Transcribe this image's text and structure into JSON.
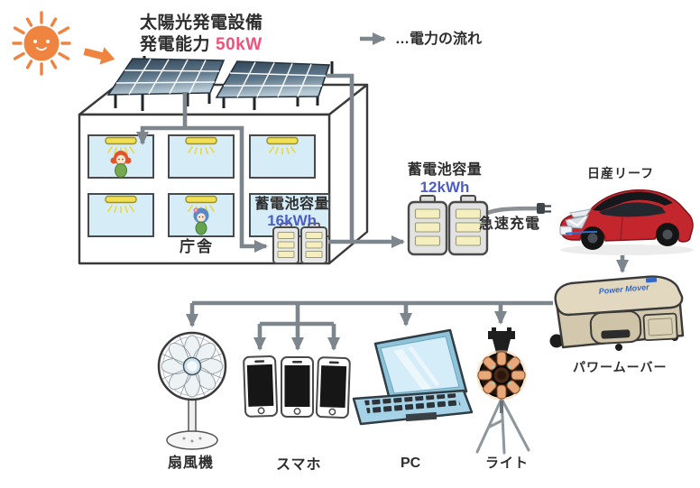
{
  "diagram": {
    "solar": {
      "title": "太陽光発電設備",
      "capacity_label": "発電能力",
      "capacity_value": "50kW"
    },
    "legend": {
      "text": "…電力の流れ"
    },
    "building": {
      "label": "庁舎"
    },
    "indoor_battery": {
      "label": "蓄電池容量",
      "value": "16kWh"
    },
    "outdoor_battery": {
      "label": "蓄電池容量",
      "value": "12kWh"
    },
    "charging": {
      "label": "急速充電"
    },
    "car": {
      "label": "日産リーフ"
    },
    "power_mover": {
      "label": "パワームーバー",
      "brand": "Power Mover"
    },
    "devices": {
      "fan": "扇風機",
      "phones": "スマホ",
      "pc": "PC",
      "light": "ライト"
    }
  },
  "colors": {
    "accent_pink": "#f2517a",
    "value_blue": "#4d5ec4",
    "flow_gray": "#7d868c",
    "sun_orange": "#ef8440",
    "window_blue": "#d6edf8",
    "fixture_yellow": "#f0e052",
    "battery_stripe_yellow": "#f5efbf",
    "mover_beige": "#d9cfb6",
    "car_red": "#c4262e"
  }
}
